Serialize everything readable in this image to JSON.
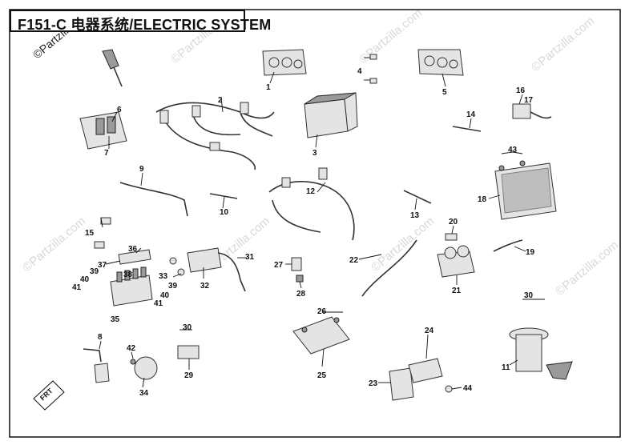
{
  "title": "F151-C  电器系统/ELECTRIC SYSTEM",
  "watermark": "©Partzilla.com",
  "corner_tag": "FRT",
  "callouts": [
    "1",
    "2",
    "3",
    "4",
    "5",
    "6",
    "7",
    "8",
    "9",
    "10",
    "11",
    "12",
    "13",
    "14",
    "15",
    "16",
    "17",
    "18",
    "19",
    "20",
    "21",
    "22",
    "23",
    "24",
    "25",
    "26",
    "27",
    "28",
    "29",
    "30",
    "31",
    "32",
    "33",
    "34",
    "35",
    "36",
    "37",
    "38",
    "39",
    "40",
    "41",
    "42",
    "43",
    "44"
  ]
}
